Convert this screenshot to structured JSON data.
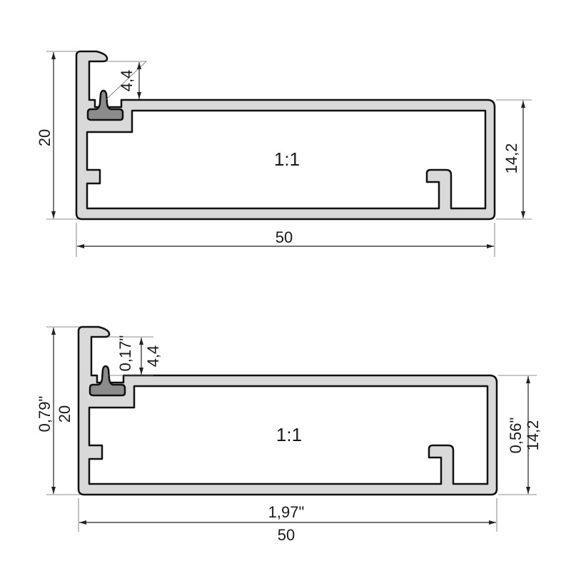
{
  "drawings": [
    {
      "scale": "1:1",
      "height_mm": "20",
      "seal_offset_mm": "4,4",
      "inner_height_mm": "14,2",
      "width_mm": "50"
    },
    {
      "scale": "1:1",
      "height_in": "0,79\"",
      "height_mm": "20",
      "seal_offset_in": "0,17\"",
      "seal_offset_mm": "4,4",
      "inner_height_in": "0,56\"",
      "inner_height_mm": "14,2",
      "width_in": "1,97\"",
      "width_mm": "50"
    }
  ],
  "colors": {
    "profile": "#d9d9d9",
    "seal": "#8c8c8c",
    "outline": "#111111"
  }
}
